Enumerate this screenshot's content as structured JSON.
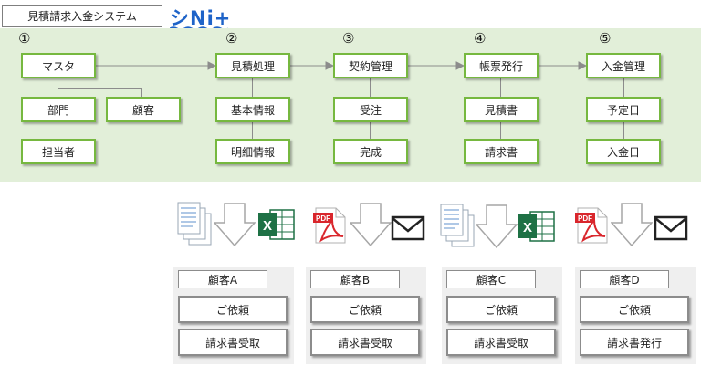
{
  "header": {
    "title": "見積請求入金システム",
    "logo": "シNi+"
  },
  "flow": {
    "steps": [
      {
        "num": "①",
        "label": "マスタ",
        "subs": [
          "部門",
          "顧客",
          "担当者"
        ]
      },
      {
        "num": "②",
        "label": "見積処理",
        "subs": [
          "基本情報",
          "明細情報"
        ]
      },
      {
        "num": "③",
        "label": "契約管理",
        "subs": [
          "受注",
          "完成"
        ]
      },
      {
        "num": "④",
        "label": "帳票発行",
        "subs": [
          "見積書",
          "請求書"
        ]
      },
      {
        "num": "⑤",
        "label": "入金管理",
        "subs": [
          "予定日",
          "入金日"
        ]
      }
    ]
  },
  "customers": [
    {
      "name": "顧客A",
      "actions": [
        "ご依頼",
        "請求書受取"
      ],
      "icons": [
        "document-stack-icon",
        "down-arrow-icon",
        "excel-icon"
      ]
    },
    {
      "name": "顧客B",
      "actions": [
        "ご依頼",
        "請求書受取"
      ],
      "icons": [
        "pdf-icon",
        "down-arrow-icon",
        "mail-icon"
      ]
    },
    {
      "name": "顧客C",
      "actions": [
        "ご依頼",
        "請求書受取"
      ],
      "icons": [
        "document-stack-icon",
        "down-arrow-icon",
        "excel-icon"
      ]
    },
    {
      "name": "顧客D",
      "actions": [
        "ご依頼",
        "請求書発行"
      ],
      "icons": [
        "pdf-icon",
        "down-arrow-icon",
        "mail-icon"
      ]
    }
  ],
  "icon_labels": {
    "pdf": "PDF",
    "excel": "X"
  },
  "colors": {
    "green_bg": "#e2efd9",
    "green_border": "#76b83f",
    "excel_green": "#1e7145",
    "pdf_red": "#d9262c",
    "logo_blue": "#1e63c8"
  }
}
